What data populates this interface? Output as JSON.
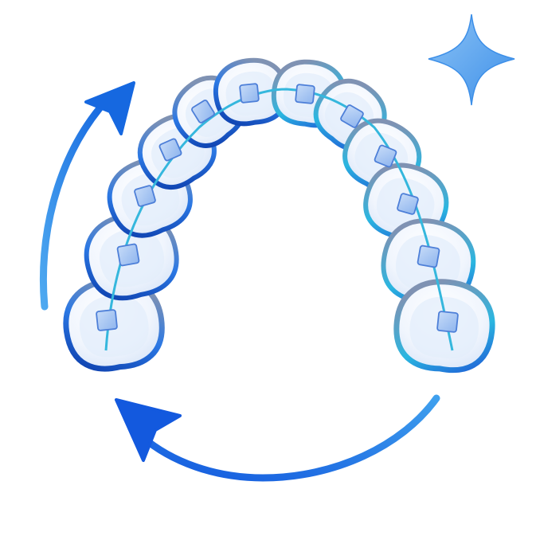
{
  "illustration": {
    "subject": "dental-arch-with-braces",
    "icons": [
      "sparkle-icon",
      "cycle-arrow-icon",
      "cycle-arrow-icon"
    ],
    "teeth_count": 12,
    "brackets_count": 12
  },
  "colors": {
    "navy": "#0a3aa8",
    "blue": "#1e6fe6",
    "sky": "#4aa0ef",
    "cyan": "#36c4e6",
    "slate": "#7f92b3",
    "tooth_fill_light": "#f4f8ff",
    "tooth_fill_dark": "#dde9fb",
    "bracket_fill": "#a9c8f4",
    "wire": "#35b7dd",
    "sparkle": "#63a9f2"
  }
}
